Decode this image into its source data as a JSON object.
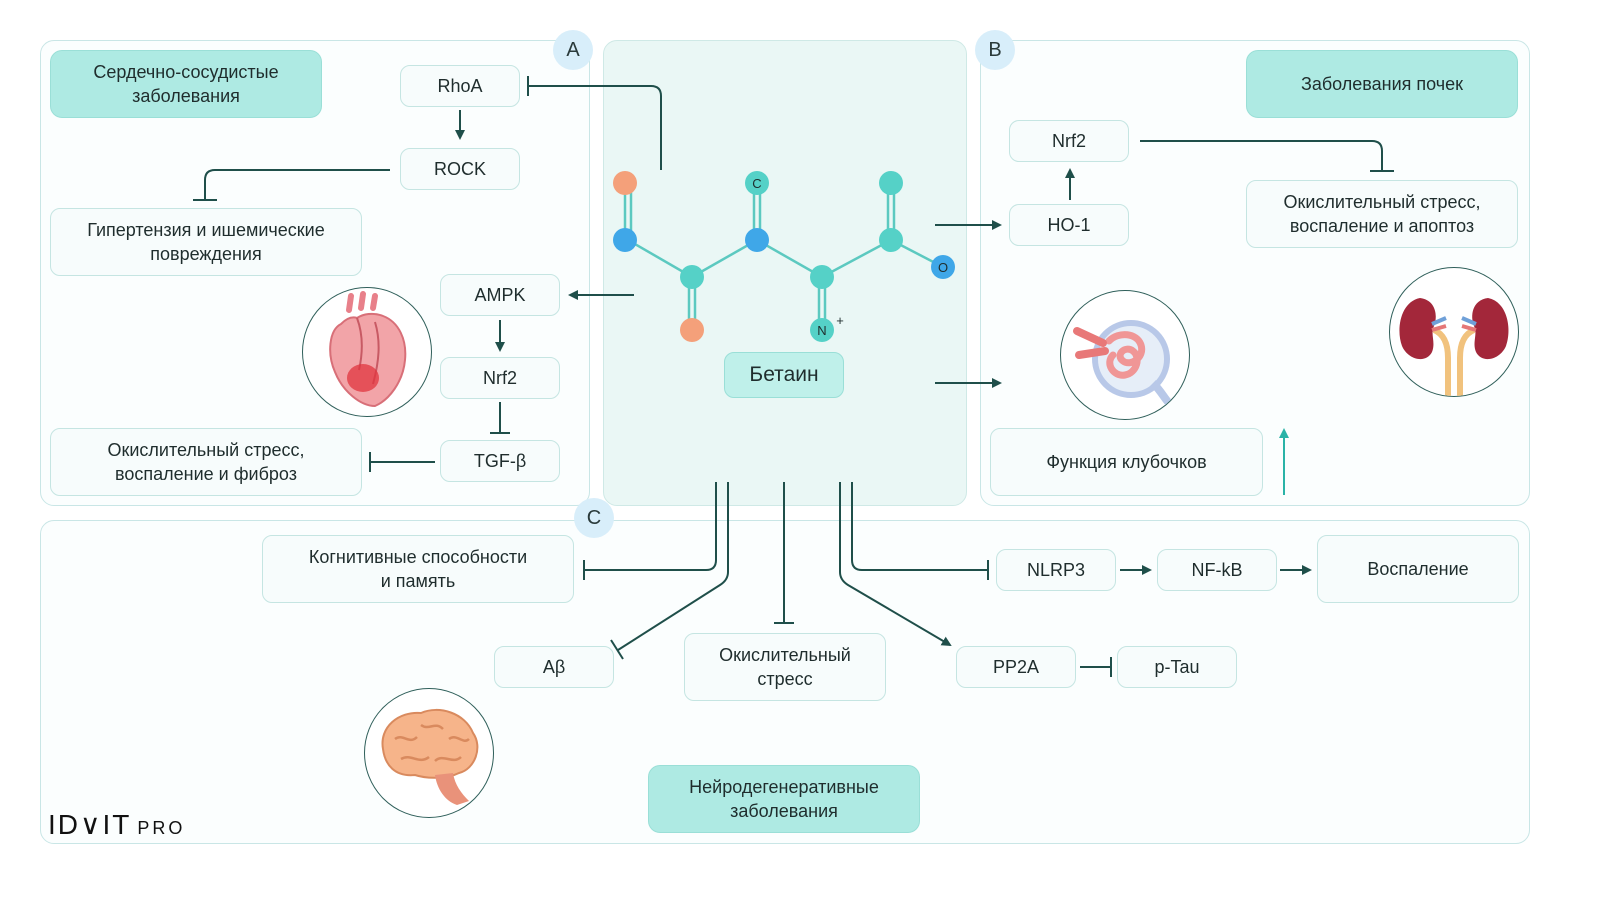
{
  "sections": {
    "a": {
      "badge": "A",
      "title": "Сердечно-сосудистые\nзаболевания"
    },
    "b": {
      "badge": "B",
      "title": "Заболевания почек"
    },
    "c": {
      "badge": "C",
      "title": "Нейродегенеративные\nзаболевания"
    }
  },
  "center": {
    "name": "Бетаин",
    "atoms": {
      "c": "C",
      "n": "N",
      "n_charge": "+",
      "o": "O"
    }
  },
  "nodes": {
    "rhoa": "RhoA",
    "rock": "ROCK",
    "hypertension": "Гипертензия и ишемические\nповреждения",
    "ampk": "AMPK",
    "nrf2_a": "Nrf2",
    "tgfb": "TGF-β",
    "oxid_fibrosis": "Окислительный стресс,\nвоспаление и фиброз",
    "nrf2_b": "Nrf2",
    "ho1": "HO-1",
    "oxid_apoptosis": "Окислительный стресс,\nвоспаление и апоптоз",
    "glomerular": "Функция клубочков",
    "cognitive": "Когнитивные способности\nи память",
    "abeta": "Aβ",
    "oxid_stress": "Окислительный\nстресс",
    "nlrp3": "NLRP3",
    "nfkb": "NF-kB",
    "inflammation": "Воспаление",
    "pp2a": "PP2A",
    "ptau": "p-Tau"
  },
  "illustrations": {
    "heart": "heart-icon",
    "kidneys": "kidneys-icon",
    "glomerulus": "glomerulus-icon",
    "brain": "brain-icon"
  },
  "logo": {
    "main": "ID∨IT",
    "suffix": "PRO"
  },
  "colors": {
    "accent": "#aeeae3",
    "line": "#1f4f4a",
    "up_arrow": "#2ab3a7",
    "badge": "#d8eefa"
  }
}
